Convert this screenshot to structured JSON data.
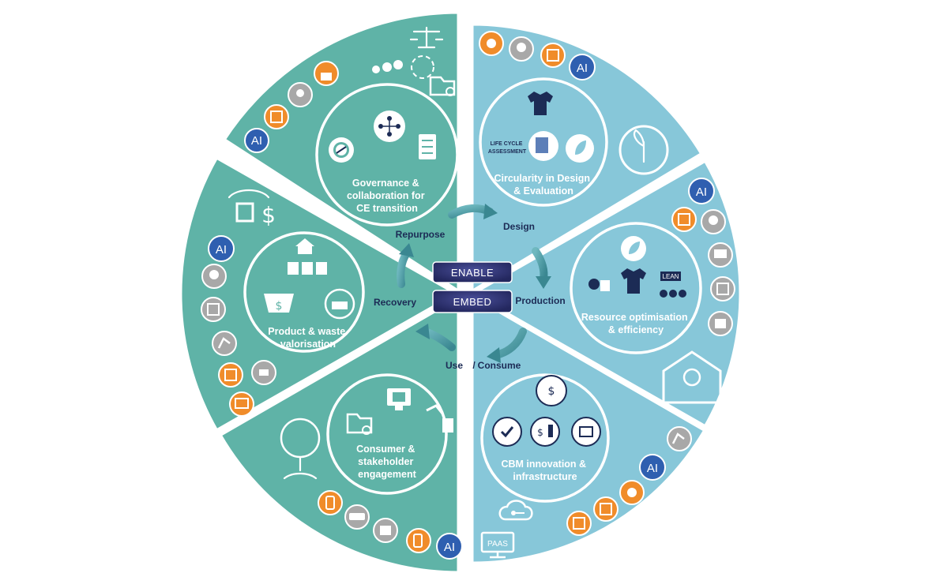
{
  "diagram": {
    "center": {
      "enable": "ENABLE",
      "embed": "EMBED"
    },
    "stages": {
      "design": "Design",
      "production": "Production",
      "use": "Use",
      "separator": "/",
      "consume": "Consume",
      "recovery": "Recovery",
      "repurpose": "Repurpose"
    },
    "segments": {
      "governance": [
        "Governance &",
        "collaboration for",
        "CE transition"
      ],
      "circularity": [
        "Circularity in Design",
        "& Evaluation"
      ],
      "resource": [
        "Resource optimisation",
        "& efficiency"
      ],
      "cbm": [
        "CBM innovation &",
        "infrastructure"
      ],
      "consumer": [
        "Consumer &",
        "stakeholder",
        "engagement"
      ],
      "product": [
        "Product & waste",
        "valorisation"
      ]
    },
    "icon_texts": {
      "ai": "AI",
      "lca": [
        "LIFE CYCLE",
        "ASSESSMENT"
      ],
      "lean": "LEAN",
      "paas": "PAAS"
    },
    "colors": {
      "teal": "#5fb3a7",
      "light_blue": "#87c7d9",
      "navy": "#2a2f6b",
      "orange": "#f08c2a",
      "grey": "#a8a8a8",
      "ai_blue": "#2f5fb0",
      "arrow": "#4a9aa3"
    }
  }
}
